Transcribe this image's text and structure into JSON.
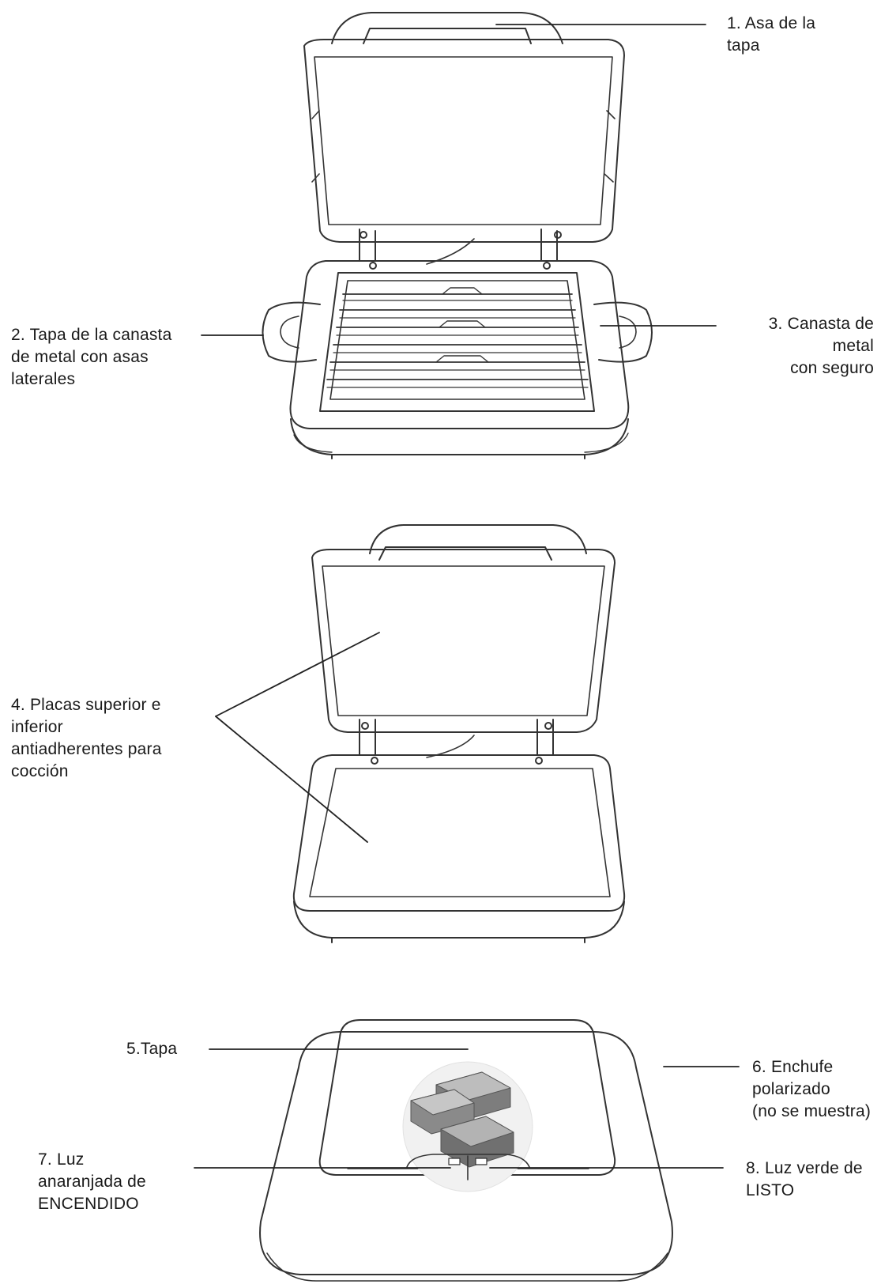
{
  "labels": {
    "l1": [
      "1. Asa de la",
      "tapa"
    ],
    "l2": [
      "2. Tapa de la canasta",
      "de metal con asas",
      "laterales"
    ],
    "l3": [
      "3. Canasta de",
      "metal",
      "con seguro"
    ],
    "l4": [
      "4. Placas superior e",
      "inferior",
      "antiadherentes para",
      "cocción"
    ],
    "l5": [
      "5.Tapa"
    ],
    "l6": [
      "6. Enchufe",
      "polarizado",
      "(no se muestra)"
    ],
    "l7": [
      "7. Luz",
      "anaranjada de",
      "ENCENDIDO"
    ],
    "l8": [
      "8. Luz verde de",
      "LISTO"
    ]
  }
}
